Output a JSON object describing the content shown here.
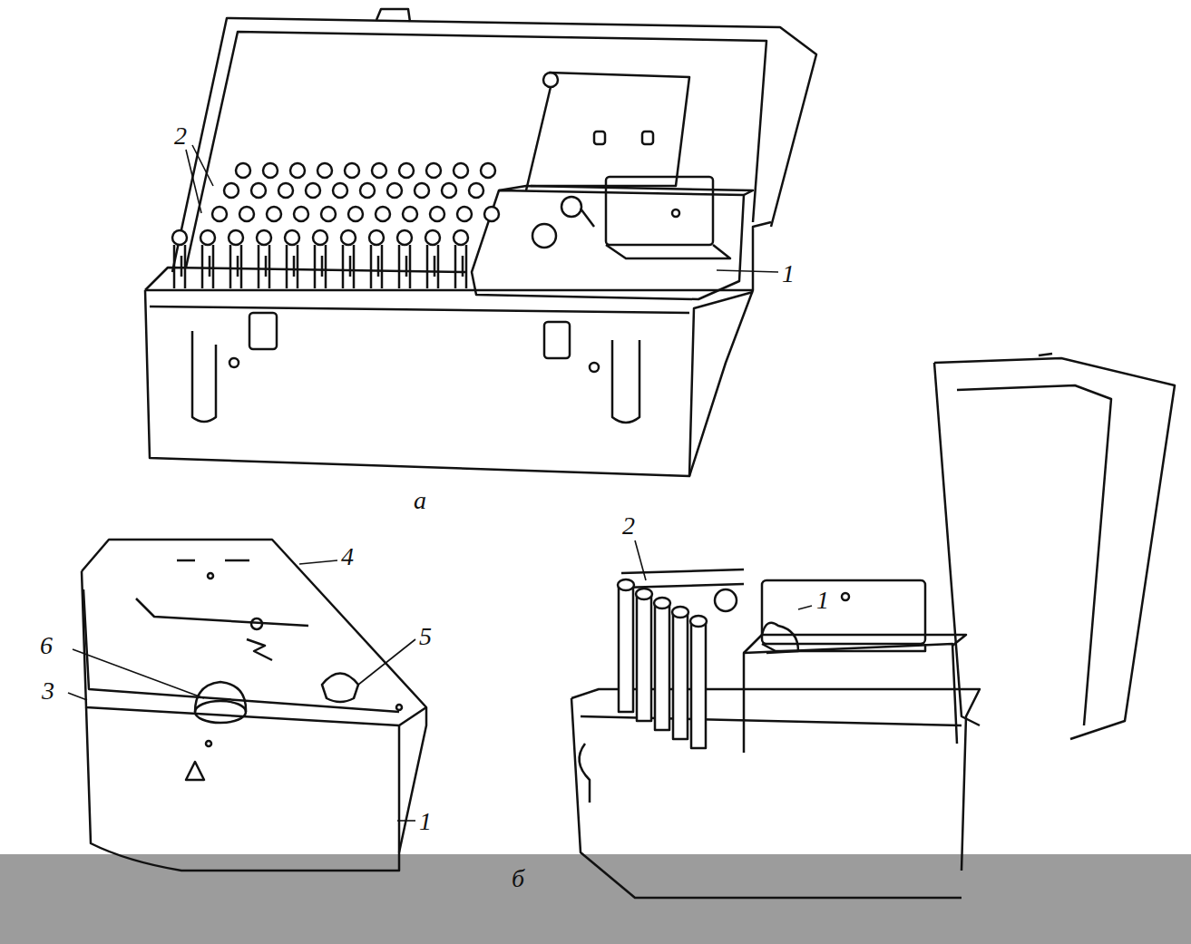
{
  "diagram": {
    "labels": [
      "2",
      "1",
      "а",
      "4",
      "6",
      "5",
      "3",
      "1",
      "б",
      "2",
      "1"
    ]
  }
}
